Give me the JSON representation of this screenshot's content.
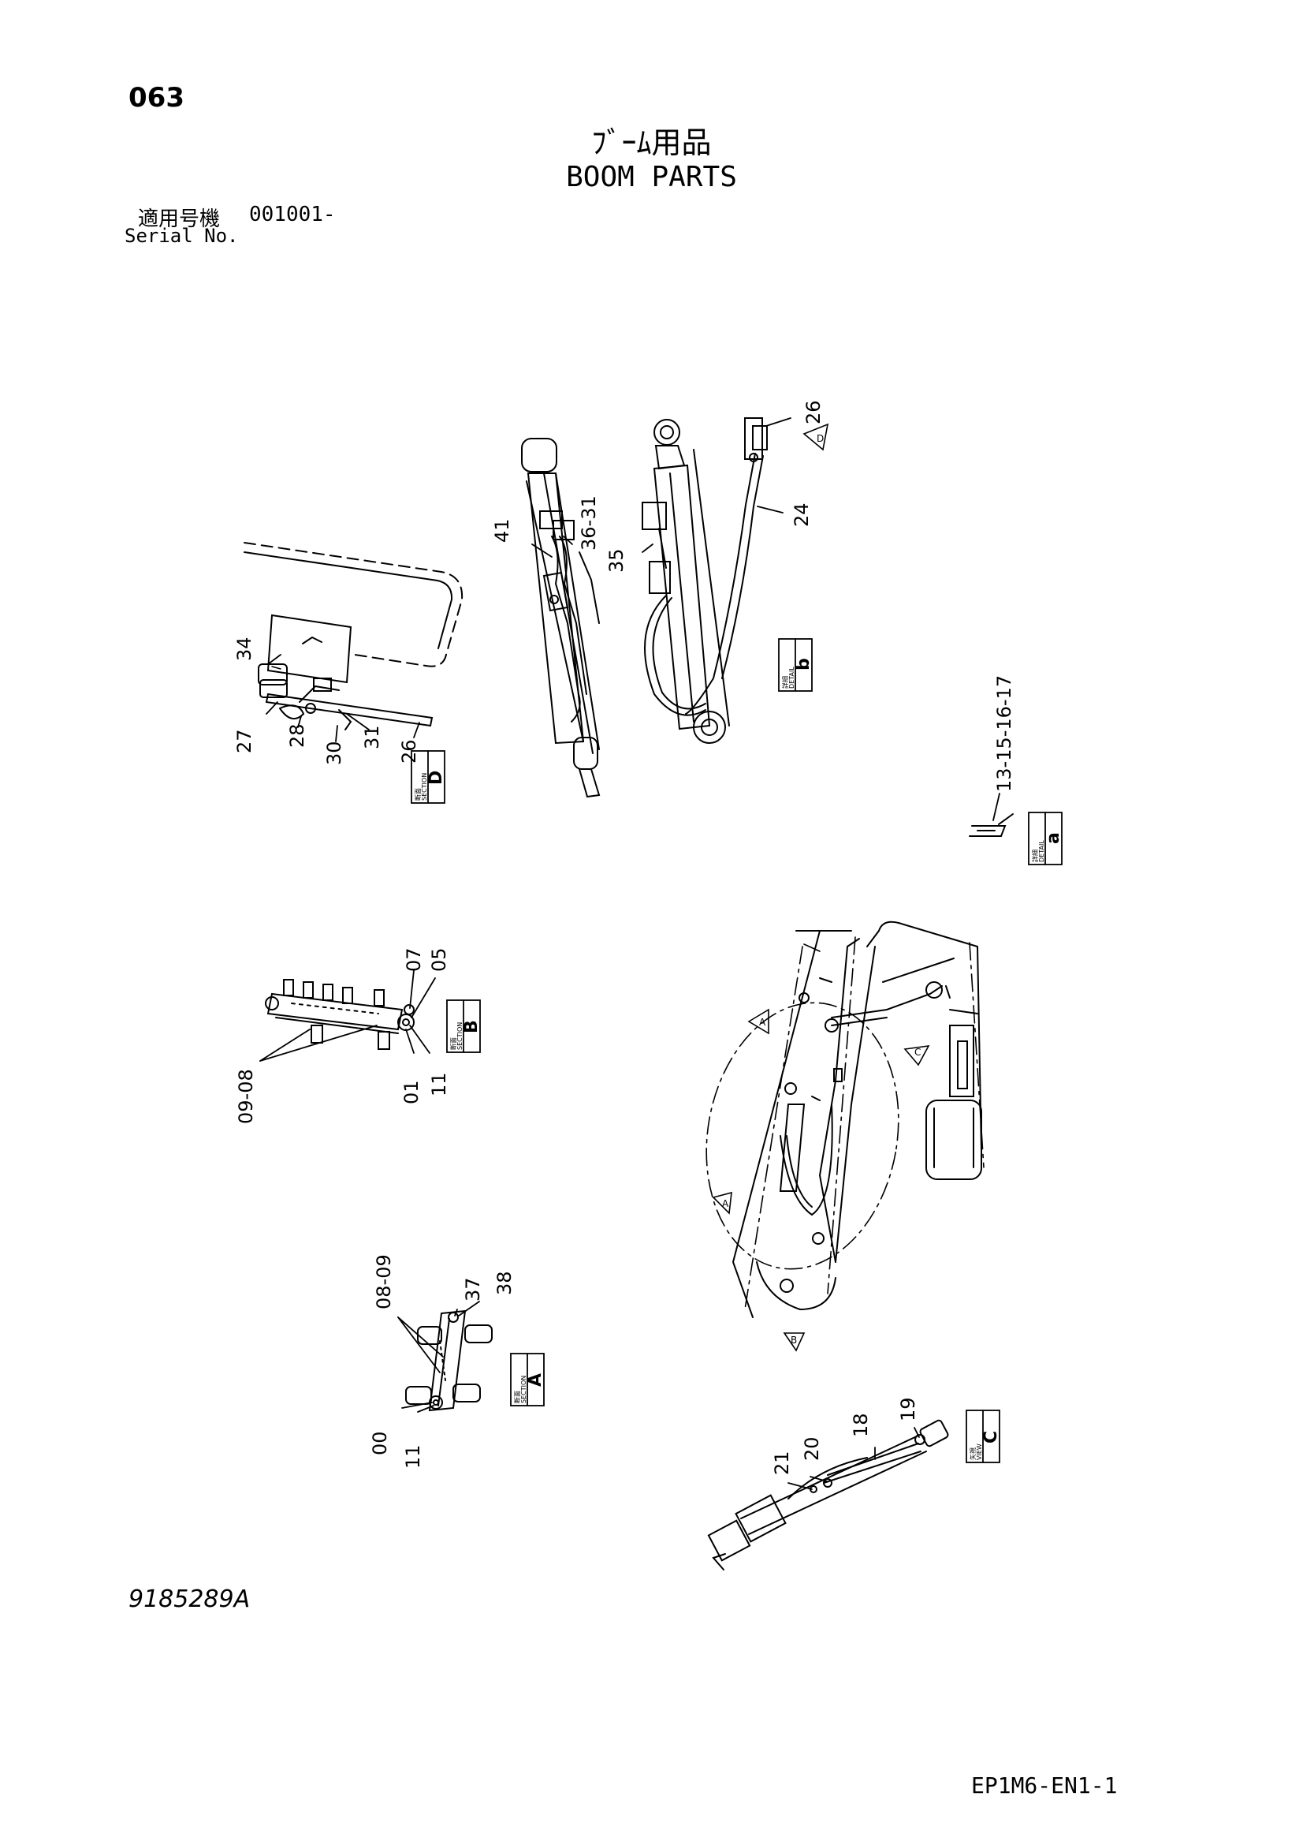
{
  "header": {
    "page_number": "063",
    "title_jp": "ﾌﾞｰﾑ用品",
    "title_en": "BOOM PARTS",
    "serial_label_jp": "適用号機",
    "serial_value": "001001-",
    "serial_label_en": "Serial No."
  },
  "footer": {
    "drawing_number": "9185289A",
    "document_code": "EP1M6-EN1-1"
  },
  "callouts": {
    "section_d": [
      "34",
      "27",
      "28",
      "30",
      "31",
      "26"
    ],
    "boom_cylinder_top": [
      "41",
      "36-31",
      "35",
      "24",
      "26"
    ],
    "detail_a": "13-15-16-17",
    "section_b": [
      "07",
      "05",
      "09-08",
      "01",
      "11"
    ],
    "section_a": [
      "08-09",
      "37",
      "38",
      "00",
      "11"
    ],
    "view_c": [
      "21",
      "20",
      "18",
      "19"
    ]
  },
  "tags": {
    "section_jp": "断面",
    "detail_jp": "詳細",
    "view_jp": "矢視",
    "section_en": "SECTION",
    "detail_en": "DETAIL",
    "view_en": "VIEW",
    "letter_a": "A",
    "letter_b": "B",
    "letter_c": "C",
    "letter_d": "D",
    "letter_a_small": "a",
    "letter_b_small": "b",
    "arrow_a": "A",
    "arrow_b": "B",
    "arrow_c": "C",
    "arrow_d": "D"
  }
}
